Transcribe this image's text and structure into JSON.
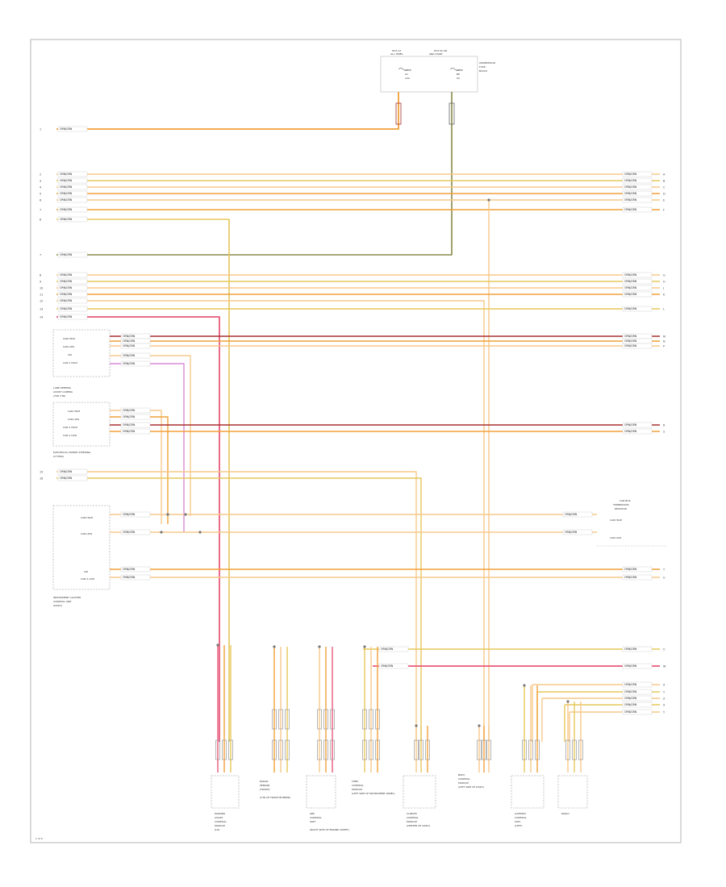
{
  "diagram": {
    "page_number": "1 of 3",
    "top_block": {
      "left_header": [
        "HOT AT",
        "ALL TIMES"
      ],
      "right_header": [
        "HOT IN ON",
        "AND START"
      ],
      "right_side_label": [
        "UNDERHOOD",
        "FUSE",
        "BLOCK"
      ],
      "fuse_left": [
        "FUSE",
        "A1",
        "10A"
      ],
      "fuse_right": [
        "FUSE",
        "B6",
        "5A"
      ]
    },
    "wire_tag": "ORN/GRN",
    "left_pins": [
      "1",
      "2",
      "3",
      "4",
      "5",
      "6",
      "7",
      "8",
      "9",
      "10",
      "11",
      "12",
      "13",
      "14",
      "15",
      "16",
      "17"
    ],
    "right_pins": [
      "A",
      "B",
      "C",
      "D",
      "E",
      "F",
      "G",
      "H",
      "J",
      "K",
      "L",
      "M",
      "N",
      "P",
      "R",
      "S",
      "T",
      "U",
      "V",
      "W",
      "X",
      "Y",
      "Z"
    ],
    "modules": {
      "m1": {
        "label": [
          "LANE KEEPING",
          "ASSIST CAMERA",
          "(TOP CTR)"
        ],
        "lines": [
          "CAN HIGH",
          "CAN LOW",
          "LIN",
          "CAN 2 HIGH"
        ]
      },
      "m2": {
        "label": [
          "ELECTRICAL POWER STEERING",
          "(LF ENG)"
        ],
        "lines": [
          "CAN HIGH",
          "CAN LOW",
          "CAN 2 HIGH",
          "CAN 2 LOW"
        ]
      },
      "m3": {
        "label": [
          "INSTRUMENT CLUSTER",
          "CONTROL UNIT",
          "(DASH)"
        ],
        "lines": [
          "CAN HIGH",
          "CAN LOW",
          "LIN",
          "CAN 2 LOW"
        ]
      }
    },
    "terminator": {
      "label": [
        "CAN BUS",
        "TERMINATOR",
        "RESISTOR"
      ],
      "lines": [
        "CAN HIGH",
        "CAN LOW"
      ]
    },
    "bottom_labels": {
      "b1": [
        "PARKING",
        "ASSIST",
        "CONTROL",
        "MODULE",
        "(LR)"
      ],
      "b2": [
        "RADAR",
        "SENSOR",
        "(FRONT)",
        "",
        "(CTR OF FRONT BUMPER)"
      ],
      "b3": [
        "ABS",
        "CONTROL",
        "UNIT",
        "",
        "(RIGHT SIDE OF ENGINE COMPT)"
      ],
      "b4": [
        "TPMS",
        "CONTROL",
        "MODULE",
        "(LEFT SIDE OF INSTRUMENT PANEL)"
      ],
      "b5": [
        "CLIMATE",
        "CONTROL",
        "MODULE",
        "(CENTER OF DASH)"
      ],
      "b6": [
        "BODY",
        "CONTROL",
        "MODULE",
        "(LEFT SIDE OF DASH)"
      ],
      "b7": [
        "GATEWAY",
        "CONTROL",
        "UNIT",
        "(LEFT)"
      ],
      "b8": [
        "RADIO"
      ]
    },
    "colors": {
      "orange": "#f2a13a",
      "light_orange": "#f7c98a",
      "yellow": "#e6c75a",
      "tan": "#c9a77a",
      "pink": "#e85a7a",
      "violet": "#d98ad9",
      "olive": "#8a8a4a",
      "dark_red": "#a83030",
      "gray": "#9a9a9a"
    }
  }
}
